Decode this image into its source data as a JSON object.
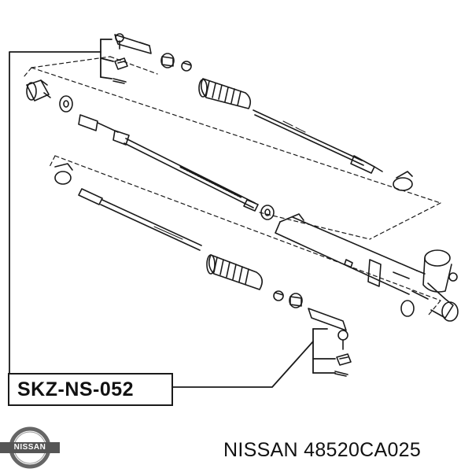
{
  "diagram": {
    "part_code_label": "SKZ-NS-052",
    "caption": "NISSAN 48520CA025"
  },
  "logo": {
    "brand": "NISSAN",
    "icon": "nissan-logo-icon"
  },
  "colors": {
    "line": "#1a1a1a",
    "background": "#ffffff"
  }
}
